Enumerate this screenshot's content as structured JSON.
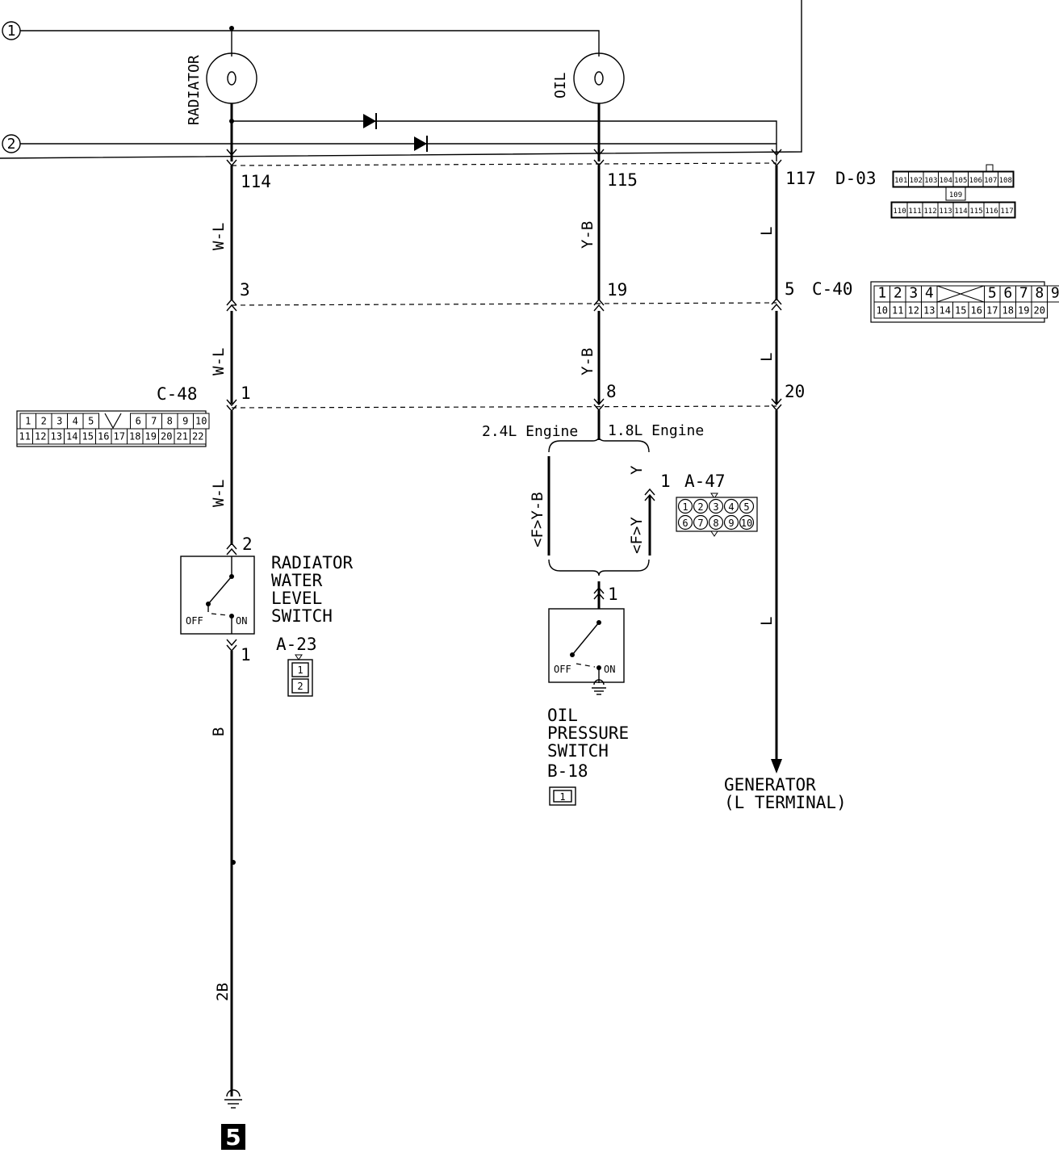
{
  "connectors": {
    "circle_1": "1",
    "circle_2": "2",
    "page_ref": "5"
  },
  "gauges": {
    "radiator": "RADIATOR",
    "oil": "OIL"
  },
  "pins": {
    "d03_left": "114",
    "d03_mid": "115",
    "d03_right": "117",
    "c40_left": "3",
    "c40_mid": "19",
    "c40_right": "5",
    "c48_left": "1",
    "c48_mid": "8",
    "c48_right": "20",
    "switch_top": "2",
    "switch_bottom": "1",
    "a47_pin": "1",
    "oil_switch_pin": "1"
  },
  "connector_ids": {
    "d03": "D-03",
    "c40": "C-40",
    "c48": "C-48",
    "a47": "A-47",
    "a23": "A-23"
  },
  "wire_colors": {
    "left_1": "W-L",
    "left_2": "W-L",
    "left_3": "W-L",
    "left_4": "B",
    "left_5": "2B",
    "mid_1": "Y-B",
    "mid_2": "Y-B",
    "right_1": "L",
    "right_2": "L",
    "right_3": "L",
    "branch_left": "<F>Y-B",
    "branch_right_top": "Y",
    "branch_right_bottom": "<F>Y"
  },
  "engine_variants": {
    "left": "2.4L Engine",
    "right": "1.8L Engine"
  },
  "components": {
    "radiator_switch": [
      "RADIATOR",
      "WATER",
      "LEVEL",
      "SWITCH"
    ],
    "oil_switch": [
      "OIL",
      "PRESSURE",
      "SWITCH",
      "B-18"
    ],
    "generator": [
      "GENERATOR",
      "(L TERMINAL)"
    ]
  },
  "switch_states": {
    "off": "OFF",
    "on": "ON"
  },
  "connector_faces": {
    "d03_top": [
      "101",
      "102",
      "103",
      "104",
      "105",
      "106",
      "107",
      "108"
    ],
    "d03_mid": "109",
    "d03_bottom": [
      "110",
      "111",
      "112",
      "113",
      "114",
      "115",
      "116",
      "117"
    ],
    "c40_top": [
      "1",
      "2",
      "3",
      "4",
      "5",
      "6",
      "7",
      "8",
      "9"
    ],
    "c40_bottom": [
      "10",
      "11",
      "12",
      "13",
      "14",
      "15",
      "16",
      "17",
      "18",
      "19",
      "20"
    ],
    "c48_top": [
      "1",
      "2",
      "3",
      "4",
      "5",
      "6",
      "7",
      "8",
      "9",
      "10"
    ],
    "c48_bottom": [
      "11",
      "12",
      "13",
      "14",
      "15",
      "16",
      "17",
      "18",
      "19",
      "20",
      "21",
      "22"
    ],
    "a47_top": [
      "1",
      "2",
      "3",
      "4",
      "5"
    ],
    "a47_bottom": [
      "6",
      "7",
      "8",
      "9",
      "10"
    ],
    "a23": [
      "1",
      "2"
    ],
    "b18": "1"
  }
}
